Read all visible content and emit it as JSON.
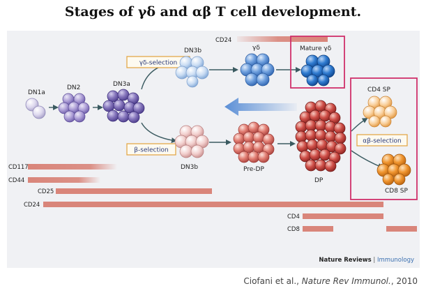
{
  "title": "Stages of γδ and αβ T cell development.",
  "stages": {
    "dn1a": "DN1a",
    "dn2": "DN2",
    "dn3a": "DN3a",
    "dn3b_gd": "DN3b",
    "gd": "γδ",
    "mature_gd": "Mature γδ",
    "dn3b_ab": "DN3b",
    "pre_dp": "Pre-DP",
    "dp": "DP",
    "cd4sp": "CD4 SP",
    "cd8sp": "CD8 SP"
  },
  "selections": {
    "gd": "γδ-selection",
    "beta": "β-selection",
    "ab": "αβ-selection"
  },
  "markers": {
    "cd24_top": "CD24",
    "cd117": "CD117",
    "cd44": "CD44",
    "cd25": "CD25",
    "cd24": "CD24",
    "cd4": "CD4",
    "cd8": "CD8"
  },
  "journal": {
    "name": "Nature Reviews",
    "separator": " | ",
    "section": "Immunology"
  },
  "caption": {
    "authors": "Ciofani et al., ",
    "journal": "Nature Rev Immunol.",
    "year": ", 2010"
  },
  "colors": {
    "highlight_box": "#d0306a",
    "marker_bar": "#d9857a",
    "selection_box": "#e2a23c",
    "arrow": "#3a5a60",
    "big_arrow": "#5b8fd6"
  }
}
